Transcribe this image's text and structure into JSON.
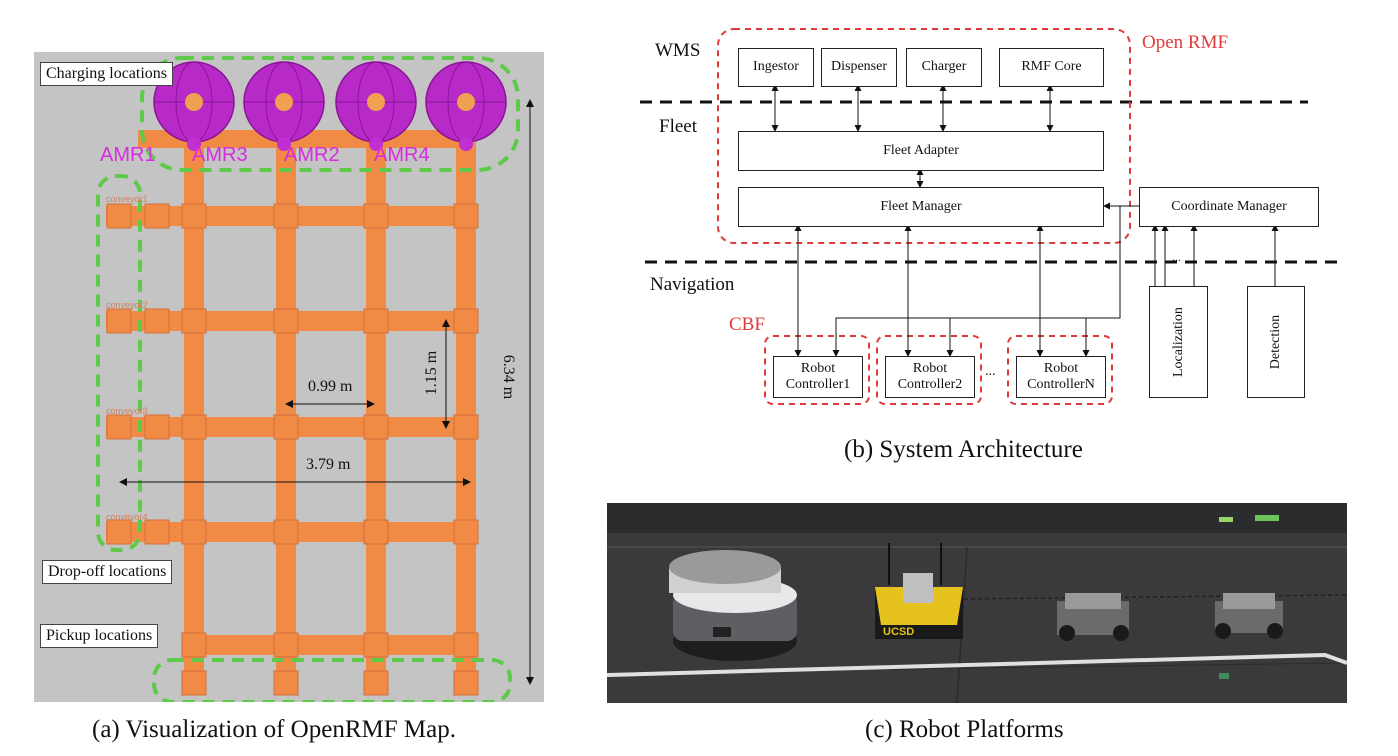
{
  "map": {
    "labels": {
      "charging": "Charging locations",
      "dropoff": "Drop-off locations",
      "pickup": "Pickup locations"
    },
    "amrs": [
      "AMR1",
      "AMR3",
      "AMR2",
      "AMR4"
    ],
    "dimensions": {
      "d1": "0.99 m",
      "d2": "1.15 m",
      "d3": "3.79 m",
      "d4": "6.34 m"
    },
    "conveyors": [
      "conveyor1",
      "conveyor2",
      "conveyor3",
      "conveyor4"
    ],
    "caption": "(a) Visualization of OpenRMF Map.",
    "colors": {
      "lane": "#f08a45",
      "charger": "#c22fd1",
      "zone": "#5fc94a",
      "background": "#c4c4c4"
    }
  },
  "arch": {
    "layers": {
      "wms": "WMS",
      "fleet": "Fleet",
      "navigation": "Navigation"
    },
    "groups": {
      "open_rmf": "Open RMF",
      "cbf": "CBF"
    },
    "boxes": {
      "ingestor": "Ingestor",
      "dispenser": "Dispenser",
      "charger": "Charger",
      "rmf_core": "RMF Core",
      "fleet_adapter": "Fleet Adapter",
      "fleet_manager": "Fleet Manager",
      "coordinate_manager": "Coordinate Manager",
      "localization": "Localization",
      "detection": "Detection",
      "rc1_line1": "Robot",
      "rc1_line2": "Controller1",
      "rc2_line1": "Robot",
      "rc2_line2": "Controller2",
      "rcn_line1": "Robot",
      "rcn_line2": "ControllerN"
    },
    "ellipsis": "...",
    "caption": "(b) System Architecture",
    "colors": {
      "group": "#e03a3a"
    }
  },
  "photo": {
    "caption": "(c) Robot Platforms",
    "robot_text": "UCSD"
  }
}
